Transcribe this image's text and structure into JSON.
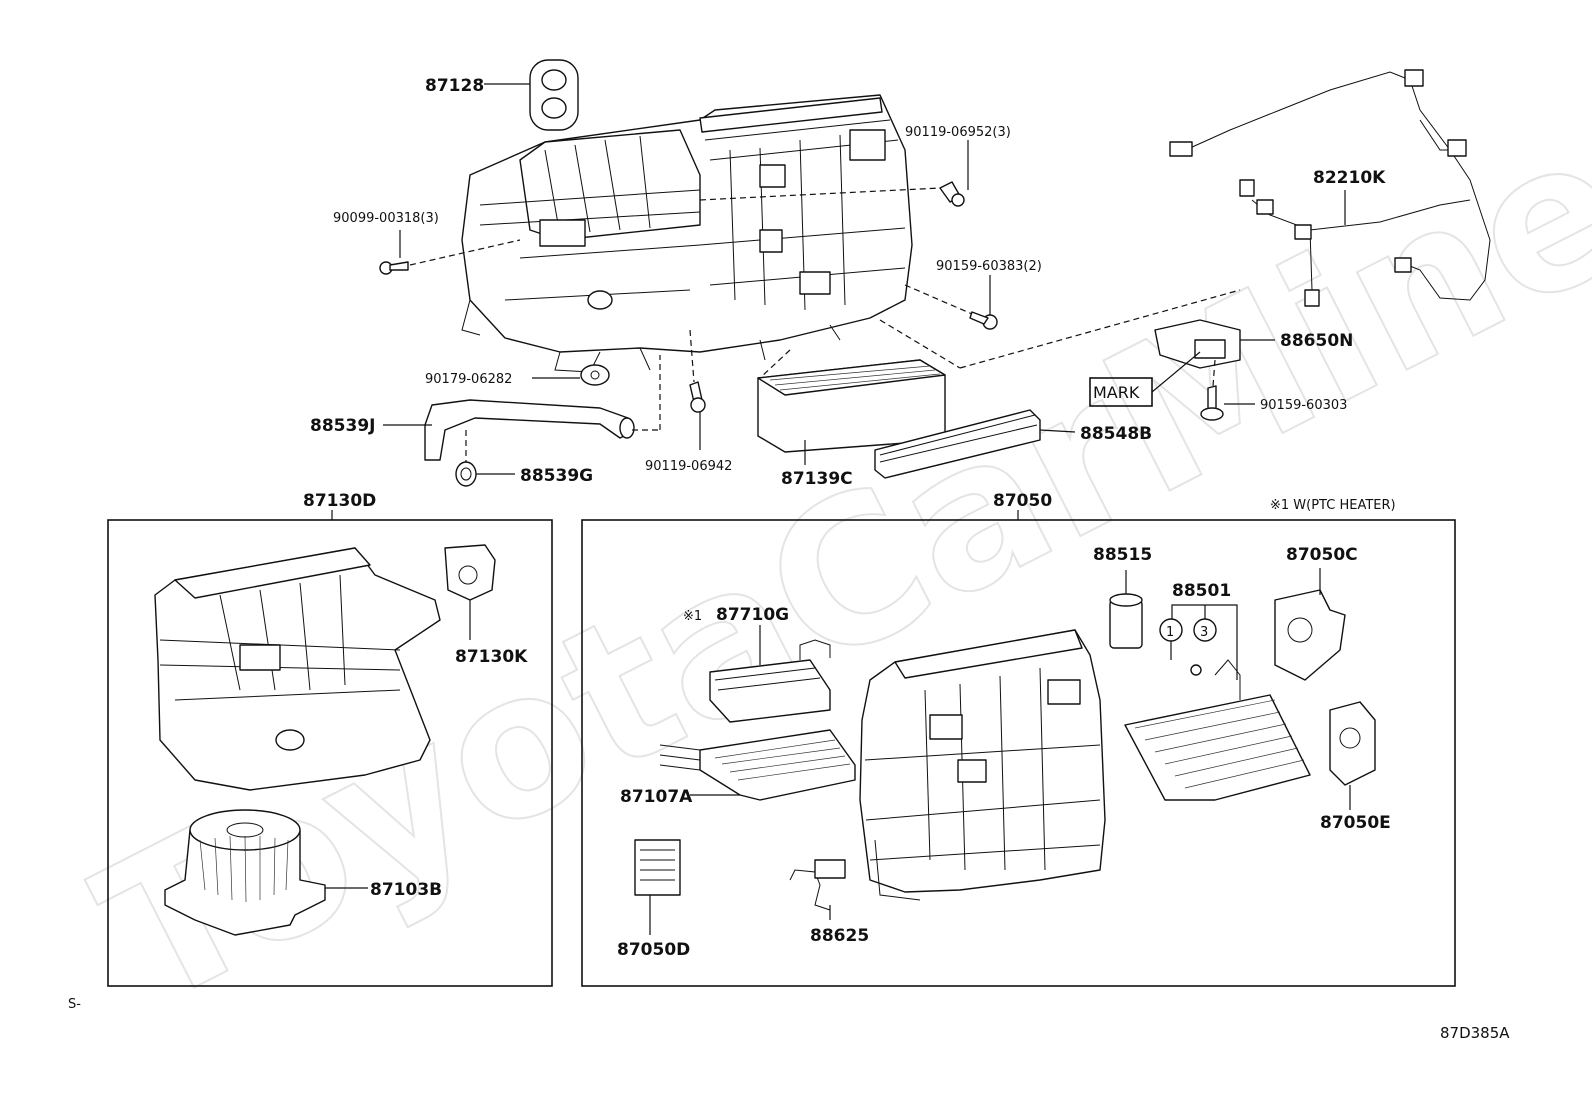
{
  "watermark": "ToyotaCarMine.ru",
  "footer": {
    "left_mark": "S-",
    "illustration_code": "87D385A"
  },
  "note": "※1 W(PTC HEATER)",
  "mark_label": "MARK",
  "group_labels": {
    "blower_assy": "87130D",
    "heater_unit": "87050"
  },
  "callouts": {
    "c87128": "87128",
    "c90119_06952": "90119-06952(3)",
    "c82210K": "82210K",
    "c90099_00318": "90099-00318(3)",
    "c90159_60383": "90159-60383(2)",
    "c88650N": "88650N",
    "c90179_06282": "90179-06282",
    "c90159_60303": "90159-60303",
    "c88539J": "88539J",
    "c88548B": "88548B",
    "c88539G": "88539G",
    "c90119_06942": "90119-06942",
    "c87139C": "87139C",
    "c87130K": "87130K",
    "c87103B": "87103B",
    "c88515": "88515",
    "c88501": "88501",
    "c87050C": "87050C",
    "c87710G": "87710G",
    "c87710G_ref": "※1",
    "c87107A": "87107A",
    "c87050E": "87050E",
    "c87050D": "87050D",
    "c88625": "88625",
    "circle1": "1",
    "circle3": "3"
  }
}
